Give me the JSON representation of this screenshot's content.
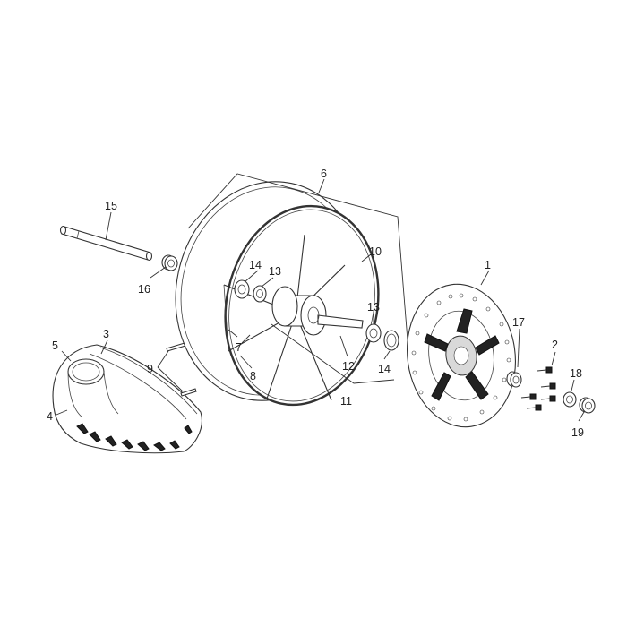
{
  "callouts": {
    "c1": "1",
    "c2": "2",
    "c3": "3",
    "c4": "4",
    "c5": "5",
    "c6": "6",
    "c7": "7",
    "c8": "8",
    "c9": "9",
    "c10": "10",
    "c11": "11",
    "c12": "12",
    "c13a": "13",
    "c13b": "13",
    "c14a": "14",
    "c14b": "14",
    "c15": "15",
    "c16": "16",
    "c17": "17",
    "c18": "18",
    "c19": "19"
  },
  "colors": {
    "line": "#333333",
    "tyre_tread": "#222222",
    "background": "#ffffff"
  }
}
